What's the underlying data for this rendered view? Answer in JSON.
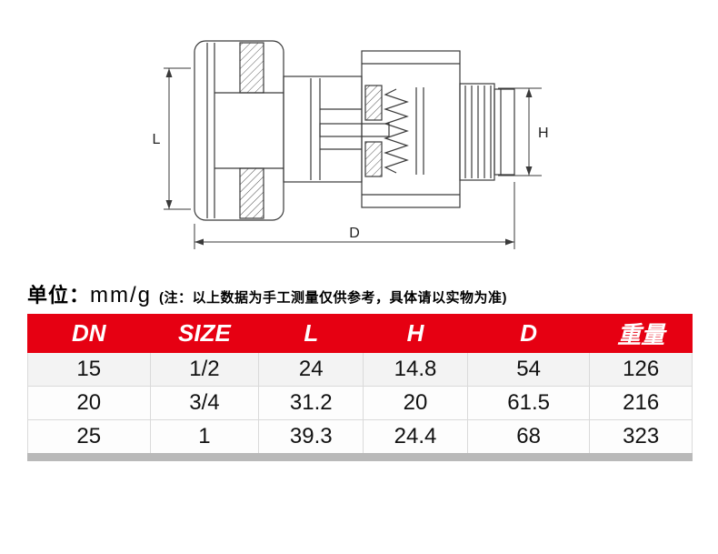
{
  "colors": {
    "table_header_bg": "#e60012",
    "table_header_text": "#ffffff",
    "drawing_line": "#3a3a3a",
    "bottom_bar": "#b9b9b9"
  },
  "drawing": {
    "description": "cross-section technical drawing of a union check valve",
    "dim_labels": {
      "l": "L",
      "h": "H",
      "d": "D"
    }
  },
  "unit_line": {
    "label": "单位：",
    "value": "mm/g",
    "note": "(注：以上数据为手工测量仅供参考，具体请以实物为准)"
  },
  "table": {
    "headers": [
      "DN",
      "SIZE",
      "L",
      "H",
      "D",
      "重量"
    ],
    "rows": [
      [
        "15",
        "1/2",
        "24",
        "14.8",
        "54",
        "126"
      ],
      [
        "20",
        "3/4",
        "31.2",
        "20",
        "61.5",
        "216"
      ],
      [
        "25",
        "1",
        "39.3",
        "24.4",
        "68",
        "323"
      ]
    ]
  }
}
